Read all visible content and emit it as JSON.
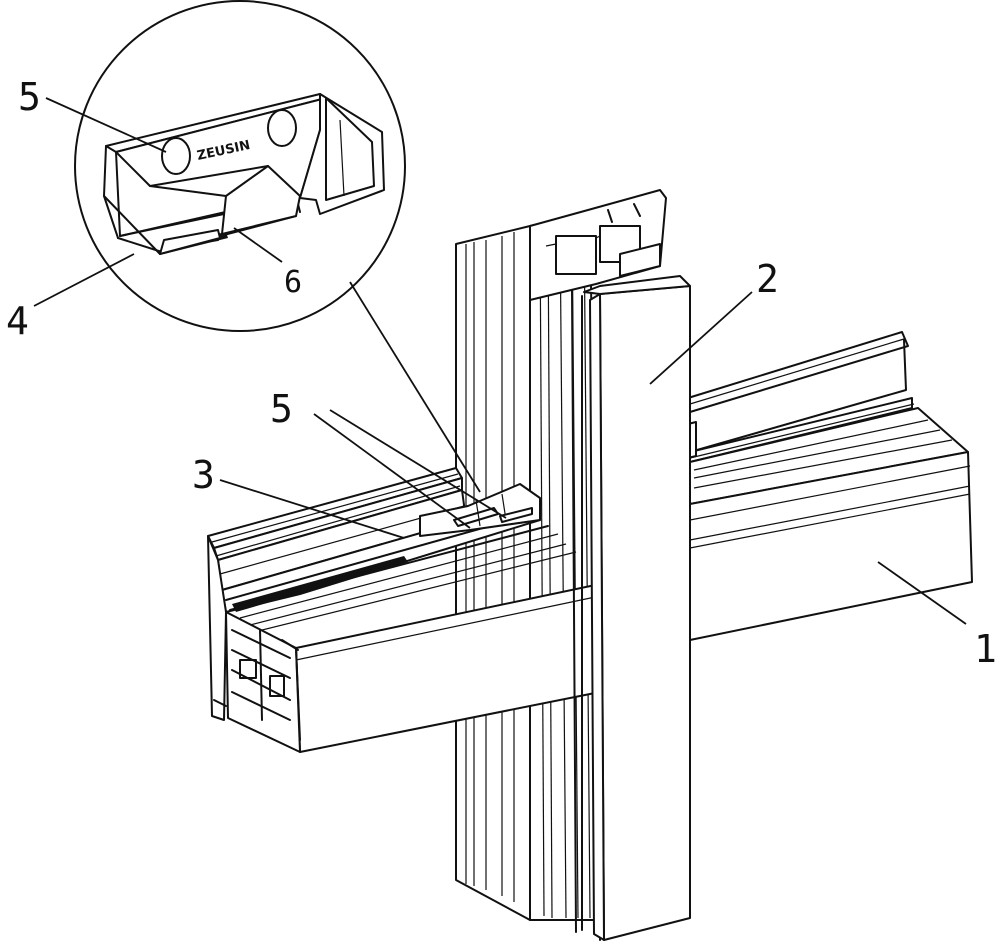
{
  "labels": {
    "callout_1": "1",
    "callout_2": "2",
    "callout_3": "3",
    "callout_4": "4",
    "callout_5_detail": "5",
    "callout_5_main": "5",
    "callout_6": "6"
  },
  "connector_brand": "ZEUSIN",
  "connector_brand_small": "ZEUSIN"
}
